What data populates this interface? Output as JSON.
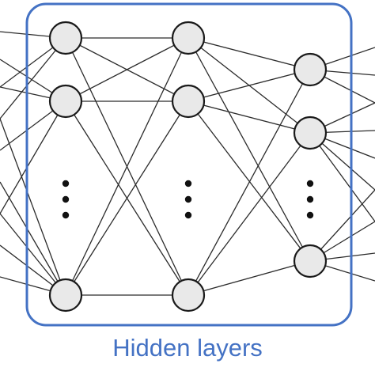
{
  "diagram": {
    "label": "Hidden layers",
    "frame_color": "#4472c4",
    "label_color": "#4472c4",
    "layers": [
      {
        "name": "hidden-layer-1",
        "visible_nodes": 3,
        "ellipsis": true
      },
      {
        "name": "hidden-layer-2",
        "visible_nodes": 3,
        "ellipsis": true
      },
      {
        "name": "output-layer",
        "visible_nodes": 3,
        "ellipsis": true
      }
    ]
  }
}
